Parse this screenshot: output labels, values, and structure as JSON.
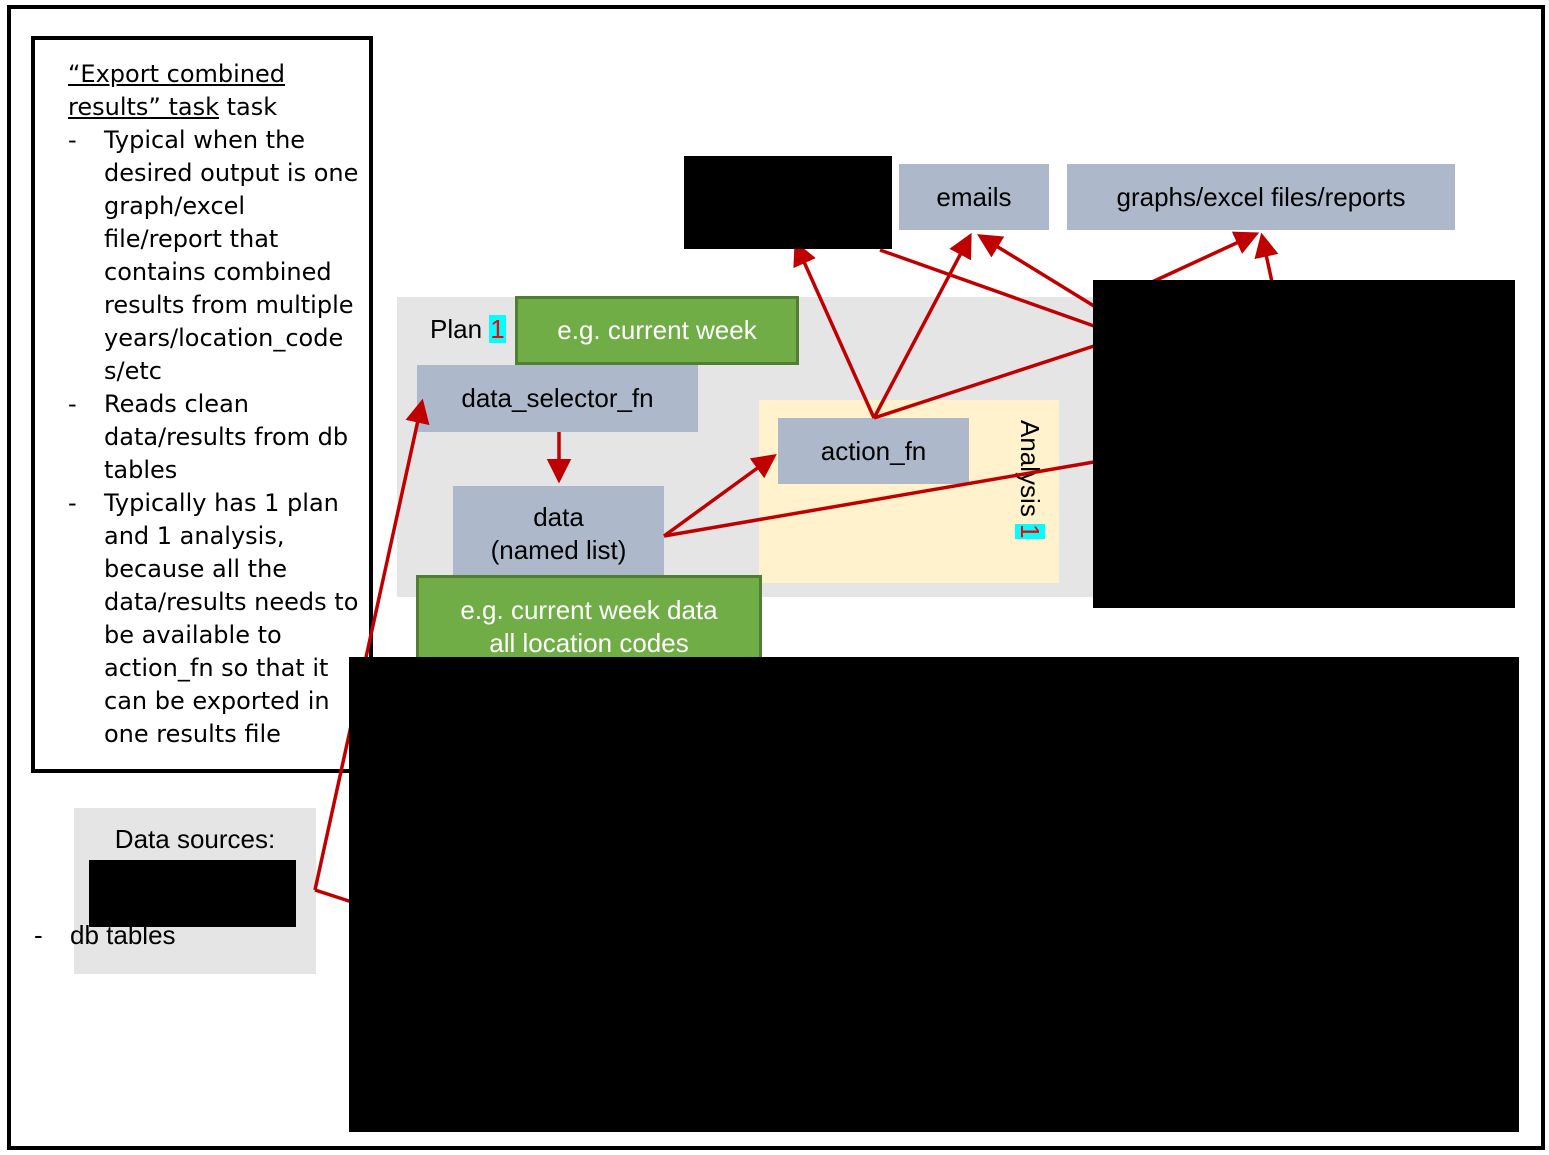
{
  "note": {
    "title_line1": "“Export combined",
    "title_line2": "results” task",
    "bullets": [
      {
        "dash": "-",
        "text": "Typical when the desired output is one graph/excel file/report that contains combined results from multiple years/location_code s/etc"
      },
      {
        "dash": "-",
        "text": "Reads clean data/results from db tables"
      },
      {
        "dash": "-",
        "text": "Typically has 1 plan and 1 analysis, because all the data/results needs to be available to action_fn so that it can be exported in one results file"
      }
    ]
  },
  "outputs": {
    "emails": "emails",
    "reports": "graphs/excel files/reports"
  },
  "plan": {
    "label": "Plan",
    "marker": "1",
    "example": "e.g. current week"
  },
  "nodes": {
    "data_selector_fn": "data_selector_fn",
    "data_line1": "data",
    "data_line2": "(named list)",
    "action_fn": "action_fn"
  },
  "data_example": {
    "line1": "e.g. current week data",
    "line2": "all location codes"
  },
  "analysis": {
    "label": "Analysis",
    "marker": "1"
  },
  "sources": {
    "title": "Data sources:",
    "dash": "-",
    "item": "db tables"
  },
  "colors": {
    "arrow": "#c00000",
    "node_fill": "#adb9ca",
    "example_fill": "#70ad47",
    "plan_fill": "#e5e5e5",
    "analysis_fill": "#fff2cc",
    "marker_bg": "#00ffff",
    "marker_text": "#ff0000"
  }
}
